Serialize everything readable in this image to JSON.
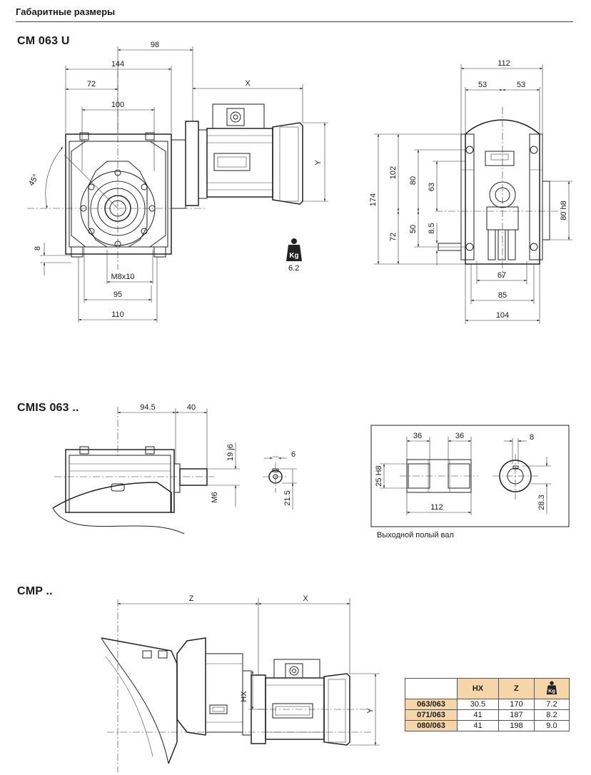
{
  "header": {
    "title": "Габаритные размеры"
  },
  "sections": {
    "cm": {
      "title": "CM 063 U"
    },
    "cmis": {
      "title": "CMIS 063 .."
    },
    "cmp": {
      "title": "CMP .."
    }
  },
  "weight_icon": {
    "label": "Kg",
    "value": "6.2"
  },
  "cm_dims": {
    "d98": "98",
    "d144": "144",
    "d72": "72",
    "d100": "100",
    "angle": "45°",
    "x": "X",
    "y": "Y",
    "d8": "8",
    "m8": "M8x10",
    "d95": "95",
    "d110": "110"
  },
  "side_dims": {
    "d112": "112",
    "d53a": "53",
    "d53b": "53",
    "d174": "174",
    "d102": "102",
    "d80": "80",
    "d63": "63",
    "d72": "72",
    "d50": "50",
    "d85s": "8.5",
    "d80h8": "80 h8",
    "d67": "67",
    "d85": "85",
    "d104": "104"
  },
  "cmis_dims": {
    "d945": "94.5",
    "d40": "40",
    "d19j6": "19 j6",
    "dM6": "M6",
    "d6": "6",
    "d215": "21.5"
  },
  "hollow_shaft": {
    "caption": "Выходной полый вал",
    "d36a": "36",
    "d36b": "36",
    "d25h8": "25 H8",
    "d112": "112",
    "d8": "8",
    "d283": "28.3"
  },
  "cmp_dims": {
    "z": "Z",
    "x": "X",
    "hx": "HX",
    "y": "Y"
  },
  "spec_table": {
    "headers": [
      "HX",
      "Z"
    ],
    "weight_header": "Kg",
    "rows": [
      {
        "label": "063/063",
        "hx": "30.5",
        "z": "170",
        "kg": "7.2"
      },
      {
        "label": "071/063",
        "hx": "41",
        "z": "187",
        "kg": "8.2"
      },
      {
        "label": "080/063",
        "hx": "41",
        "z": "198",
        "kg": "9.0"
      }
    ]
  }
}
